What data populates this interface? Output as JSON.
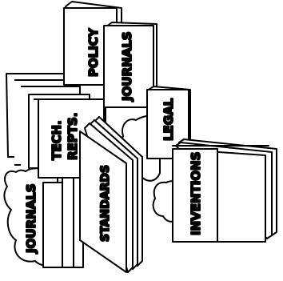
{
  "labels": {
    "policy": "POLICY",
    "journals_top": "JOURNALS",
    "tech_line1": "TECH.",
    "tech_line2": "REPTS.",
    "legal": "LEGAL",
    "standards": "STANDARDS",
    "inventions": "INVENTIONS",
    "journals_bottom": "JOURNALS"
  },
  "colors": {
    "ink": "#000000",
    "paper": "#ffffff"
  }
}
